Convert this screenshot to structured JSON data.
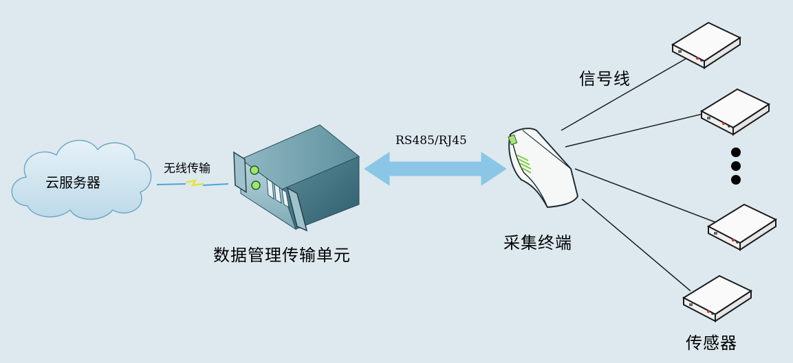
{
  "labels": {
    "cloud": "云服务器",
    "wireless": "无线传输",
    "unit": "数据管理传输单元",
    "protocol": "RS485/RJ45",
    "terminal": "采集终端",
    "signal": "信号线",
    "sensor": "传感器"
  },
  "colors": {
    "background": "#dde9ef",
    "arrow": "#8cc6e6",
    "server": "#4f8596",
    "cloud": "#c9e2ee"
  }
}
